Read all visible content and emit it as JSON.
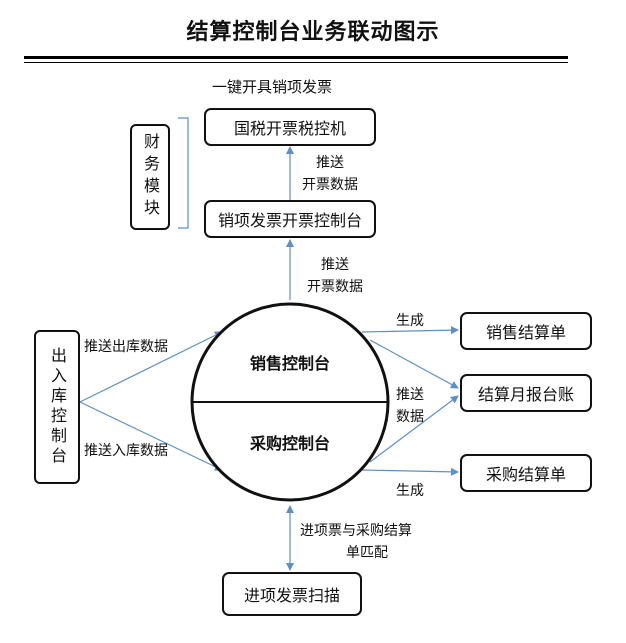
{
  "title": "结算控制台业务联动图示",
  "top_caption": "一键开具销项发票",
  "boxes": {
    "tax_machine": "国税开票税控机",
    "invoice_console": "销项发票开票控制台",
    "sales_statement": "销售结算单",
    "monthly_ledger": "结算月报台账",
    "purchase_statement": "采购结算单",
    "input_invoice_scan": "进项发票扫描"
  },
  "side_boxes": {
    "finance_module": "财务模块",
    "warehouse_console": "出入库控制台"
  },
  "circle": {
    "sales_console": "销售控制台",
    "purchase_console": "采购控制台"
  },
  "edge_labels": {
    "push_invoice_data_top_1": "推送",
    "push_invoice_data_top_2": "开票数据",
    "push_invoice_data_mid_1": "推送",
    "push_invoice_data_mid_2": "开票数据",
    "push_outbound": "推送出库数据",
    "push_inbound": "推送入库数据",
    "generate_sales": "生成",
    "push_data_1": "推送",
    "push_data_2": "数据",
    "generate_purchase": "生成",
    "match_1": "进项票与采购结算",
    "match_2": "单匹配"
  },
  "colors": {
    "connector": "#5b8fc7",
    "border": "#111111"
  }
}
